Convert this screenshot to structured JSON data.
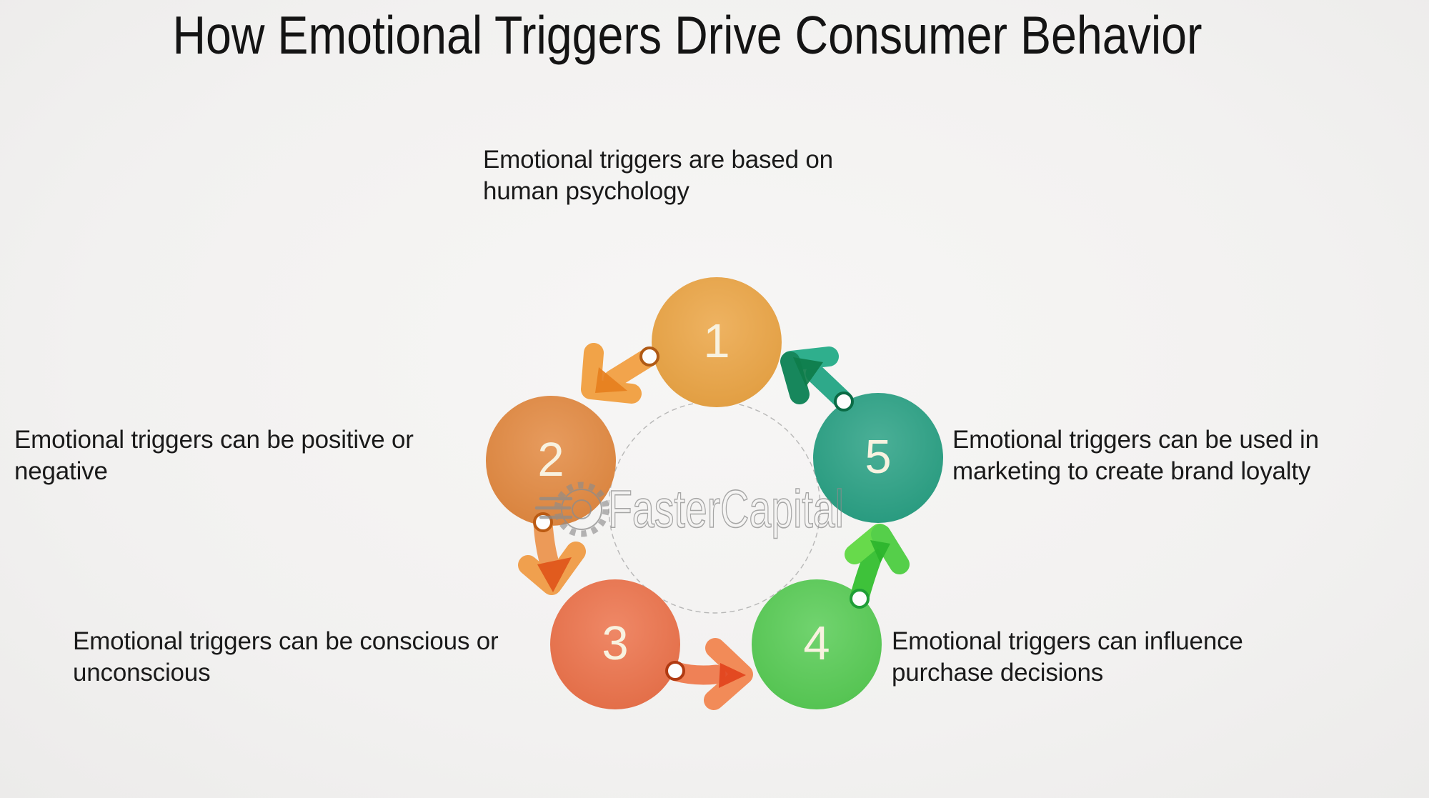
{
  "title": "How Emotional Triggers Drive Consumer Behavior",
  "watermark": {
    "text": "FasterCapital",
    "gear_icon": "gear-icon",
    "color": "#8c8c8c"
  },
  "background_color": "#f2f1f0",
  "text_color": "#1a1a1a",
  "steps": [
    {
      "number": "1",
      "label_line1": "Emotional triggers are based on",
      "label_line2": "human psychology",
      "color": "#eba443",
      "arrow": {
        "shaft": "#f2a44c",
        "head": "#f1a348",
        "head2": "#f1a348",
        "overlay": "#e67f1e",
        "ring": "#b05a15"
      }
    },
    {
      "number": "2",
      "label_line1": "Emotional triggers can be positive or",
      "label_line2": "negative",
      "color": "#e2883f",
      "arrow": {
        "shaft": "#ec9a58",
        "head": "#f0a04e",
        "head2": "#f0a04e",
        "overlay": "#e0551a",
        "ring": "#bb5a12"
      }
    },
    {
      "number": "3",
      "label_line1": "Emotional triggers can be conscious or",
      "label_line2": "unconscious",
      "color": "#ec7149",
      "arrow": {
        "shaft": "#ef8156",
        "head": "#f28b58",
        "head2": "#f28b58",
        "overlay": "#e2431c",
        "ring": "#b03a12"
      }
    },
    {
      "number": "4",
      "label_line1": "Emotional triggers can influence",
      "label_line2": "purchase decisions",
      "color": "#56cb53",
      "arrow": {
        "shaft": "#3ec23a",
        "head": "#67da4b",
        "head2": "#55cf4a",
        "overlay": "#2bb42c",
        "ring": "#1f9e36"
      }
    },
    {
      "number": "5",
      "label_line1": "Emotional triggers can be used in",
      "label_line2": "marketing to create brand loyalty",
      "color": "#28a083",
      "arrow": {
        "shaft": "#2ea98a",
        "head": "#2faf8d",
        "head2": "#17875c",
        "overlay": "#0e7c4a",
        "ring": "#0a6b45"
      }
    }
  ]
}
